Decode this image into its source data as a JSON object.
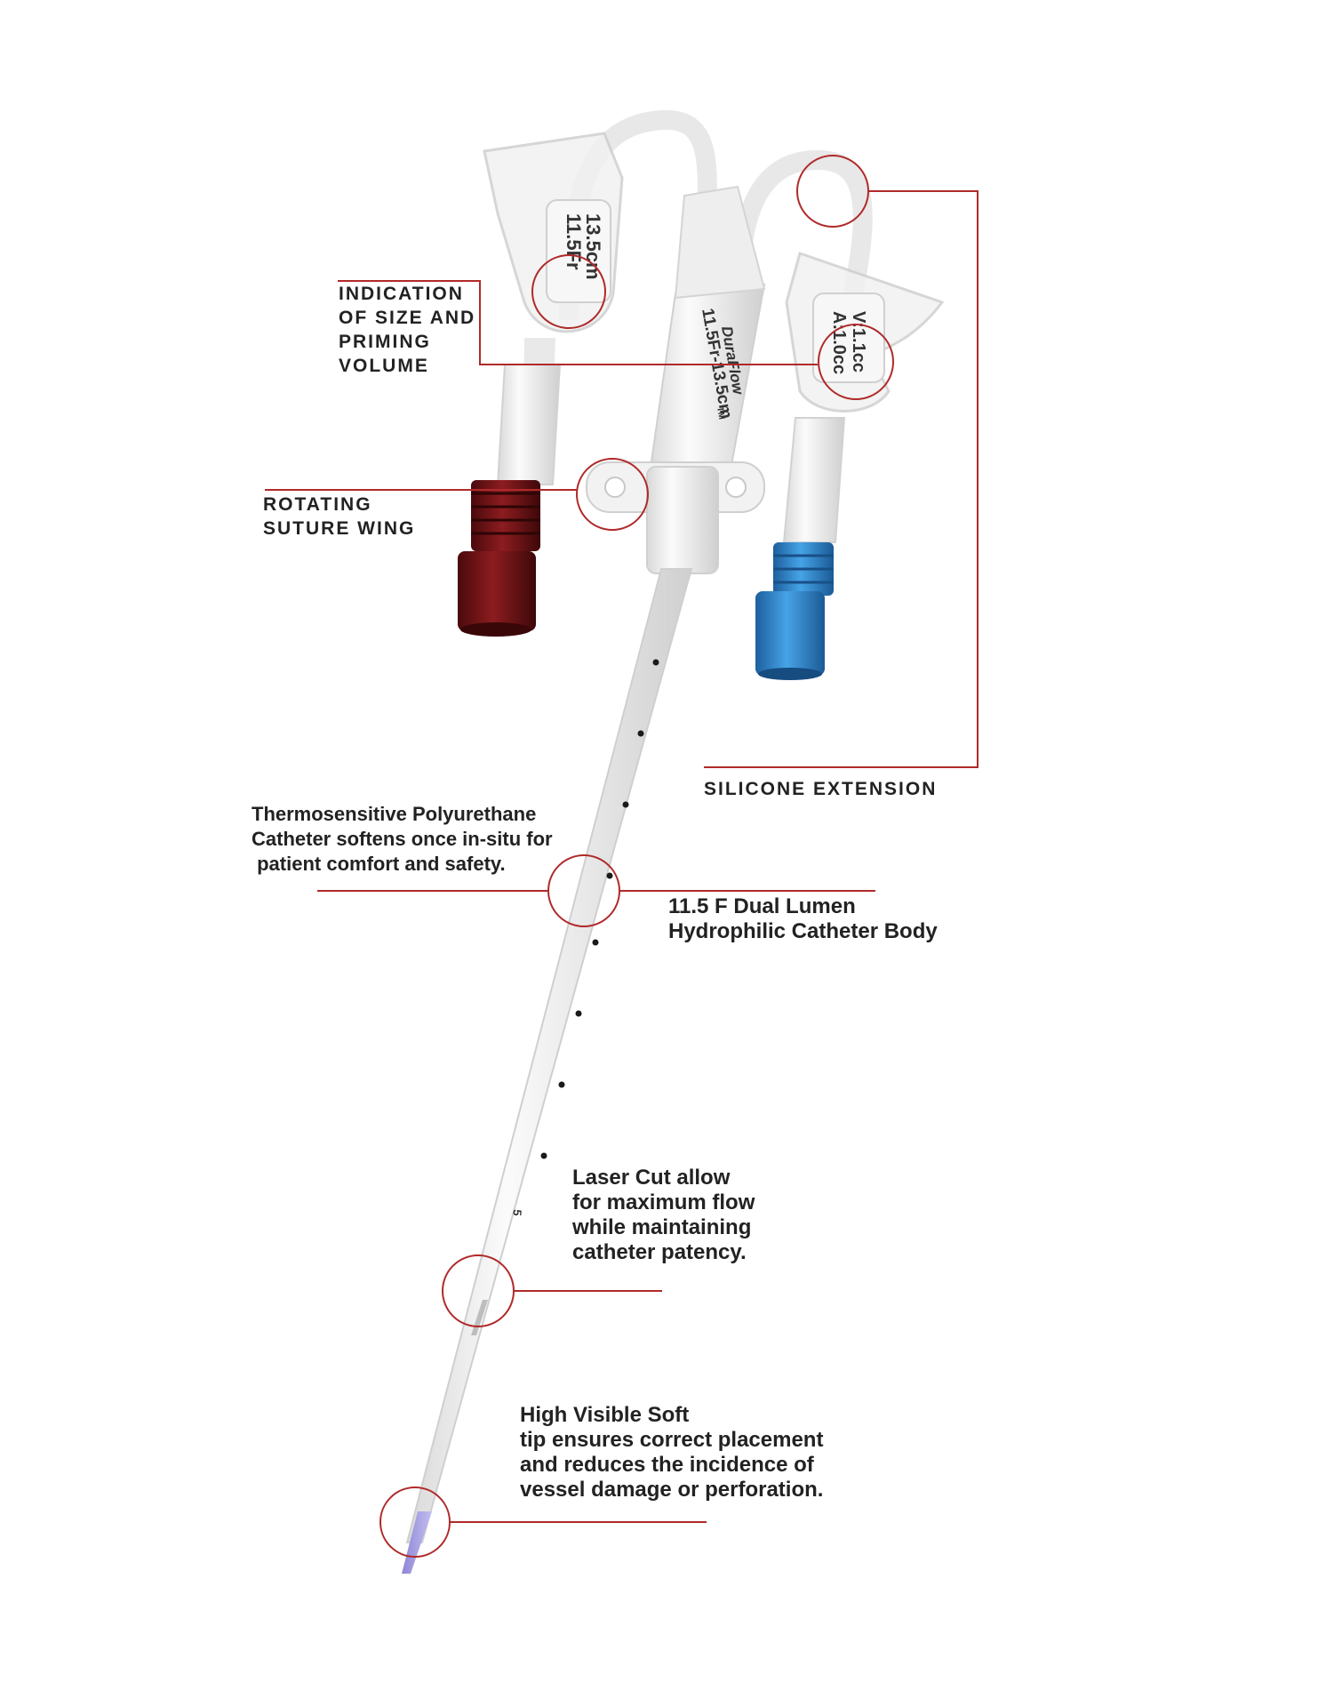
{
  "colors": {
    "callout": "#b02a2a",
    "arterial_hub": "#7a1518",
    "venous_hub": "#2a86d0",
    "tube": "#ececec",
    "text": "#222222"
  },
  "callouts": {
    "size_priming": {
      "lines": [
        "INDICATION",
        "OF SIZE AND",
        "PRIMING",
        "VOLUME"
      ]
    },
    "suture_wing": {
      "lines": [
        "ROTATING",
        "SUTURE WING"
      ]
    },
    "silicone_extension": {
      "lines": [
        "SILICONE EXTENSION"
      ]
    },
    "polyurethane": {
      "lines": [
        "Thermosensitive Polyurethane",
        "Catheter softens once in-situ for",
        " patient comfort and safety."
      ]
    },
    "catheter_body": {
      "lines": [
        "11.5 F Dual Lumen",
        "Hydrophilic Catheter Body"
      ]
    },
    "laser_cut": {
      "lines": [
        "Laser Cut allow",
        "for maximum flow",
        "while maintaining",
        "catheter patency."
      ]
    },
    "soft_tip": {
      "lines": [
        "High Visible Soft",
        "tip ensures correct placement",
        "and reduces the incidence of",
        "vessel damage or perforation."
      ]
    }
  },
  "device_print": {
    "left_tag": [
      "11.5Fr",
      "13.5cm"
    ],
    "right_tag": [
      "A:1.0cc",
      "V:1.1cc"
    ],
    "brand": "DuraFlow",
    "trademark": "TM",
    "hub_spec": "11.5Fr-13.5cm",
    "depth_mark": "5"
  }
}
